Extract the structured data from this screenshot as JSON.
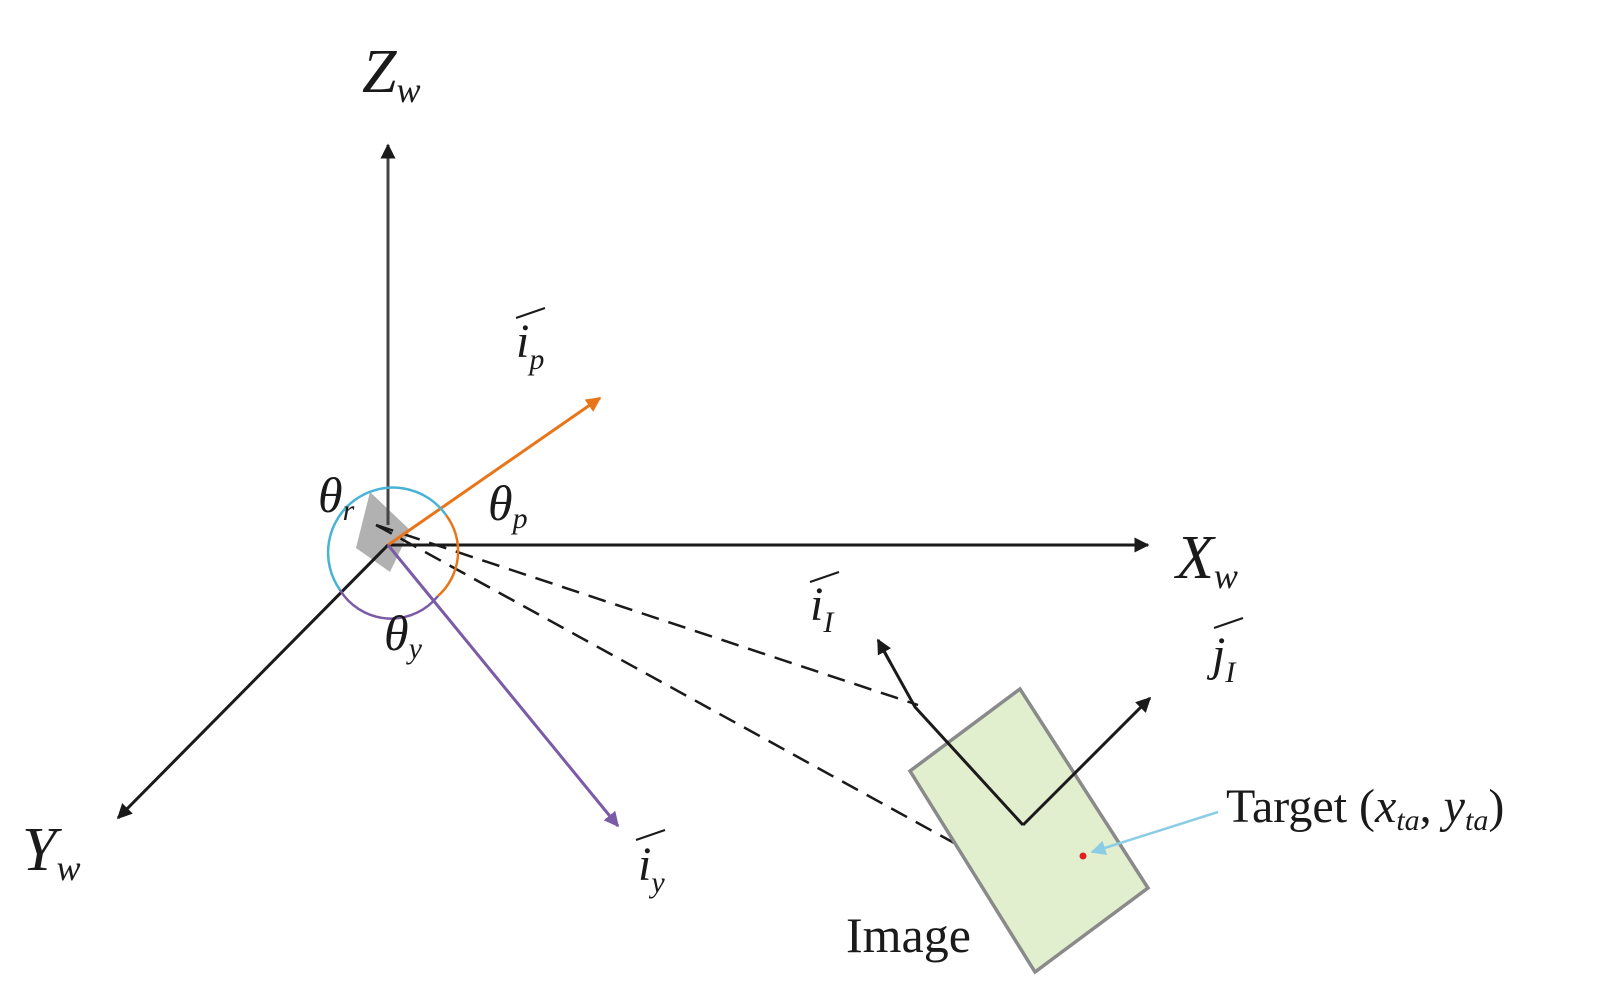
{
  "axes": {
    "z": {
      "letter": "Z",
      "sub": "w"
    },
    "x": {
      "letter": "X",
      "sub": "w"
    },
    "y": {
      "letter": "Y",
      "sub": "w"
    }
  },
  "vectors": {
    "ip": {
      "letter": "i",
      "sub": "p"
    },
    "iy": {
      "letter": "i",
      "sub": "y"
    },
    "iI": {
      "letter": "i",
      "sub": "I"
    },
    "jI": {
      "letter": "j",
      "sub": "I"
    }
  },
  "angles": {
    "roll": {
      "letter": "θ",
      "sub": "r"
    },
    "pitch": {
      "letter": "θ",
      "sub": "p"
    },
    "yaw": {
      "letter": "θ",
      "sub": "y"
    }
  },
  "target": {
    "word": "Target (",
    "x_letter": "x",
    "x_sub": "ta",
    "sep": ", ",
    "y_letter": "y",
    "y_sub": "ta",
    "close": ")"
  },
  "image_label": "Image",
  "colors": {
    "axis": "#1a1a1a",
    "pitch_vector": "#e8751a",
    "yaw_vector": "#7b5aa6",
    "roll_arc": "#49b3d6",
    "image_fill": "#e1efcf",
    "image_border": "#8a8a8a",
    "target_point": "#e02020",
    "target_arrow": "#8ccde6",
    "origin_shade": "#a8a8a8"
  }
}
